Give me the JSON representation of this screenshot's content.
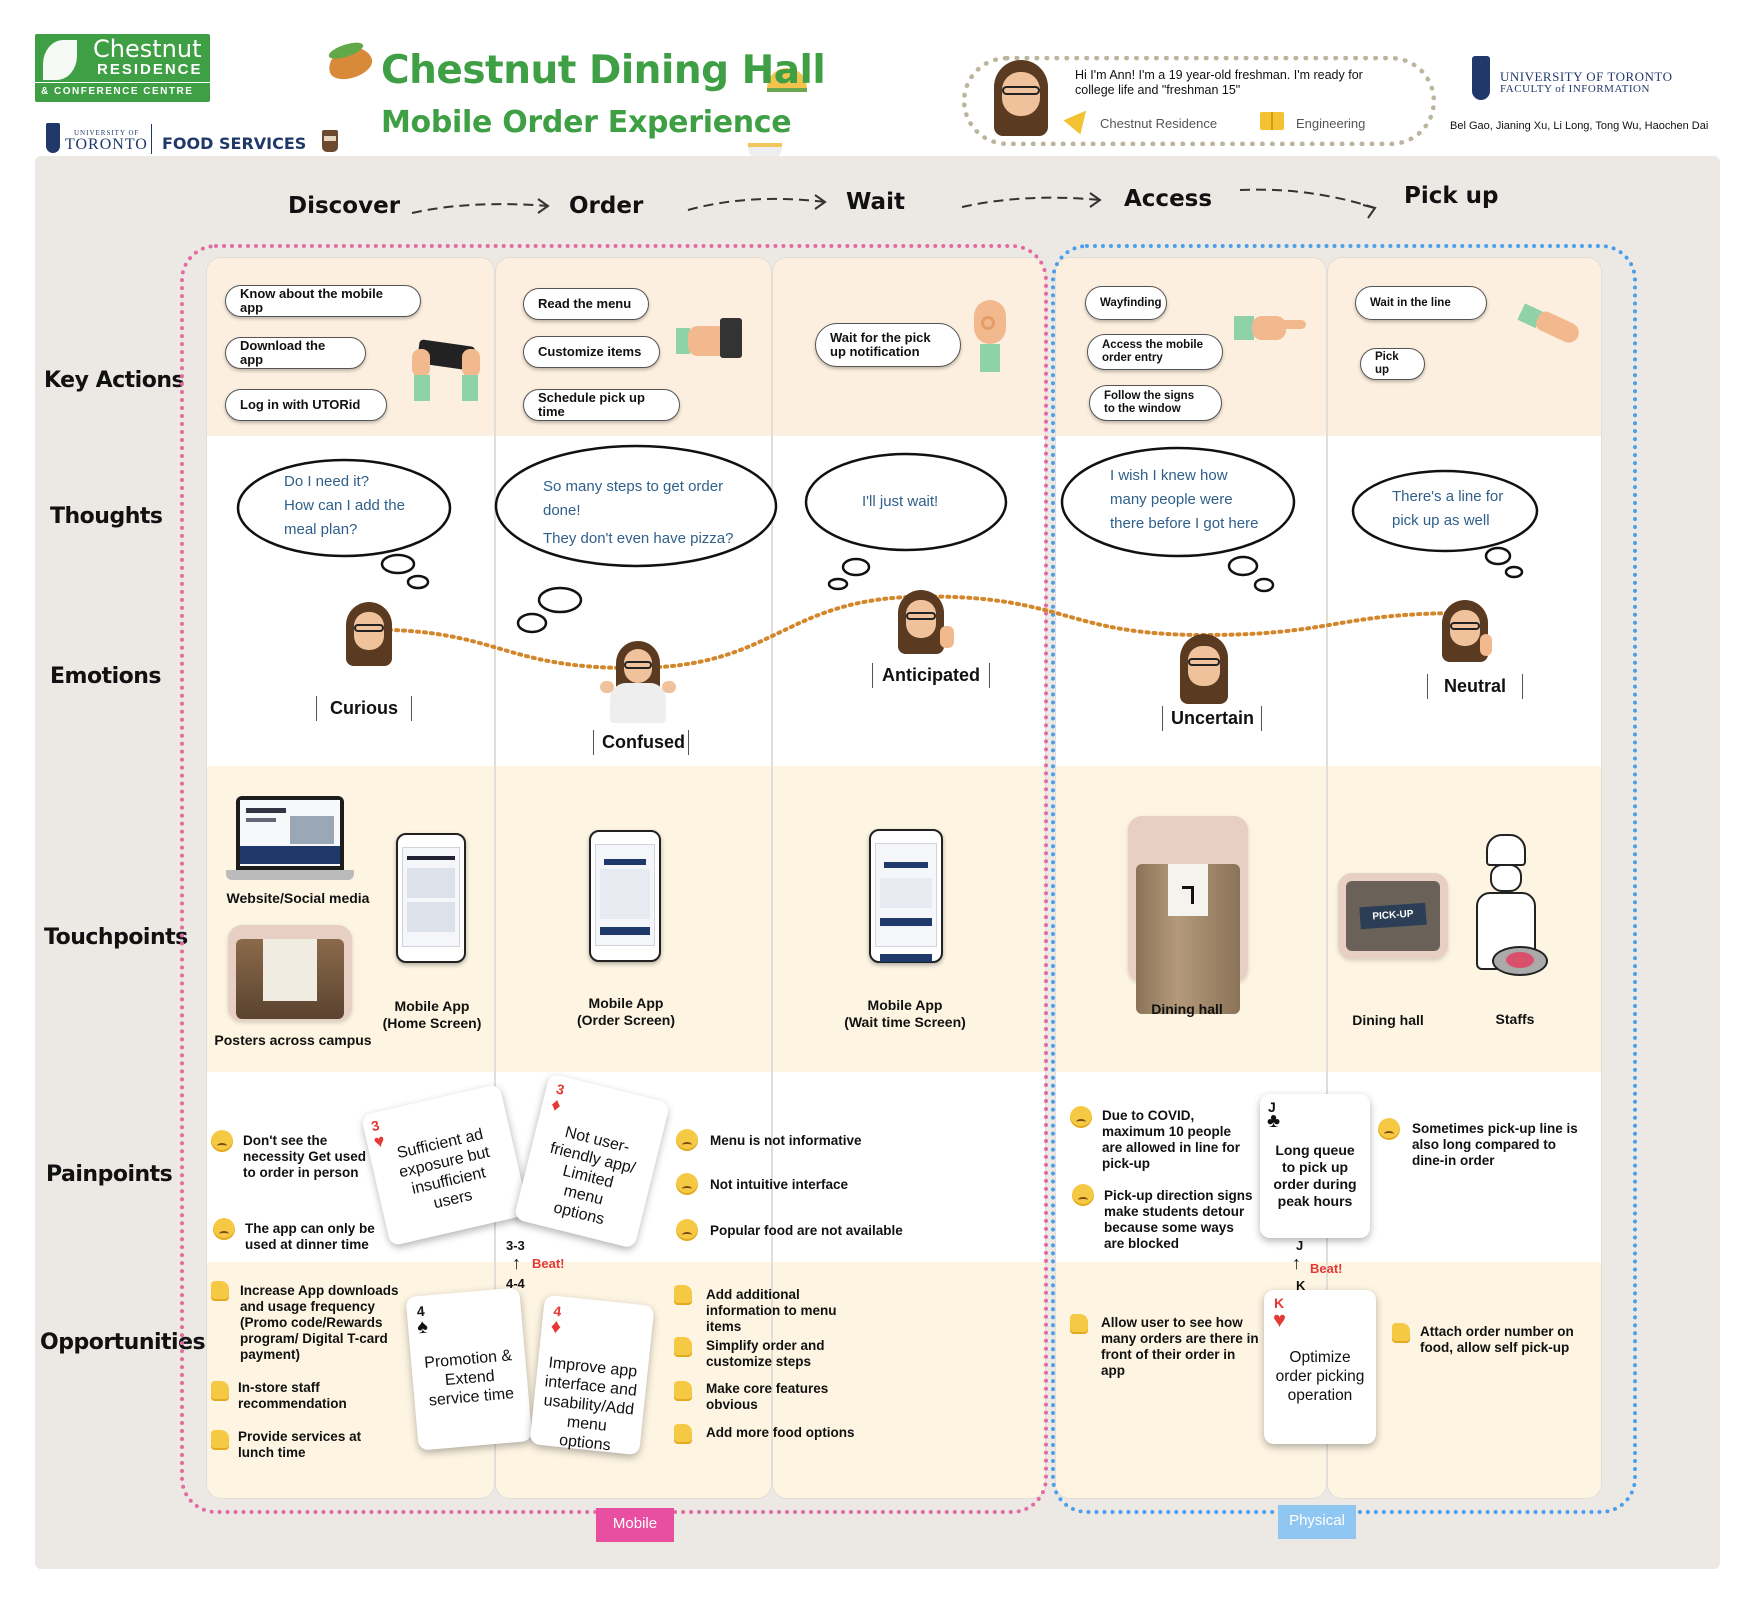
{
  "header": {
    "logo_line1": "Chestnut",
    "logo_line2": "RESIDENCE",
    "logo_line3": "& CONFERENCE CENTRE",
    "uoft_small": "UNIVERSITY OF",
    "uoft_big": "TORONTO",
    "food_services": "FOOD SERVICES",
    "title": "Chestnut Dining Hall",
    "subtitle": "Mobile Order Experience",
    "persona_intro": "Hi I'm Ann! I'm a 19 year-old freshman. I'm ready for college life and \"freshman 15\"",
    "persona_place": "Chestnut Residence",
    "persona_program": "Engineering",
    "ischool_line1": "UNIVERSITY OF TORONTO",
    "ischool_line2": "FACULTY of INFORMATION",
    "authors": "Bel Gao, Jianing Xu, Li Long, Tong Wu, Haochen Dai",
    "colors": {
      "green": "#3f9f45",
      "pink_border": "#e46aa3",
      "blue_border": "#4a9eea",
      "thought_text": "#2f5f8a"
    }
  },
  "phases": [
    "Discover",
    "Order",
    "Wait",
    "Access",
    "Pick up"
  ],
  "rows": {
    "key_actions": "Key Actions",
    "thoughts": "Thoughts",
    "emotions": "Emotions",
    "touchpoints": "Touchpoints",
    "painpoints": "Painpoints",
    "opportunities": "Opportunities"
  },
  "key_actions": {
    "discover": [
      "Know about the mobile app",
      "Download the app",
      "Log  in with  UTORid"
    ],
    "order": [
      "Read the menu",
      "Customize items",
      "Schedule pick up time"
    ],
    "wait": [
      "Wait for the pick up notification"
    ],
    "access": [
      "Wayfinding",
      "Access the mobile order entry",
      "Follow the signs to the window"
    ],
    "pickup": [
      "Wait in the line",
      "Pick up"
    ]
  },
  "thoughts": {
    "discover": [
      "Do I need it?",
      "How can I add the",
      "meal plan?"
    ],
    "order": [
      "So many steps to get order",
      "done!",
      "They don't even have pizza?"
    ],
    "wait": [
      "I'll just wait!"
    ],
    "access": [
      "I wish I knew how",
      "many people were",
      "there before I got here"
    ],
    "pickup": [
      "There's a line for",
      "pick up as well"
    ]
  },
  "emotions": [
    "Curious",
    "Confused",
    "Anticipated",
    "Uncertain",
    "Neutral"
  ],
  "touchpoints": {
    "website": "Website/Social media",
    "posters": "Posters across campus",
    "app_home": [
      "Mobile App",
      "(Home Screen)"
    ],
    "app_order": [
      "Mobile App",
      "(Order Screen)"
    ],
    "app_wait": [
      "Mobile App",
      "(Wait time Screen)"
    ],
    "dining_access": "Dining hall",
    "dining_pickup": "Dining hall",
    "staffs": "Staffs",
    "pickup_sign": "PICK-UP"
  },
  "painpoints": {
    "discover": [
      "Don't see the necessity Get used to order in person",
      "The app can only be used at dinner time"
    ],
    "card_3h": {
      "rank": "3",
      "suit": "♥",
      "text": "Sufficient ad exposure but insufficient users"
    },
    "card_3d": {
      "rank": "3",
      "suit": "♦",
      "text": "Not user-friendly app/ Limited menu options"
    },
    "wait": [
      "Menu is not informative",
      "Not intuitive interface",
      "Popular food are not available"
    ],
    "access": [
      "Due to COVID, maximum 10 people are allowed in line for pick-up",
      "Pick-up direction signs make students detour because some ways are blocked"
    ],
    "card_jc": {
      "rank": "J",
      "suit": "♣",
      "text": "Long queue to pick up order during peak hours"
    },
    "pickup": [
      "Sometimes pick-up line is also long compared to dine-in order"
    ]
  },
  "beats": {
    "left_top": "3-3",
    "left_bottom": "4-4",
    "left_label": "Beat!",
    "right_top": "J",
    "right_bottom": "K",
    "right_label": "Beat!"
  },
  "opportunities": {
    "discover": [
      "Increase App downloads and usage frequency (Promo code/Rewards program/ Digital T-card payment)",
      "In-store staff recommendation",
      "Provide services at lunch time"
    ],
    "card_4s": {
      "rank": "4",
      "suit": "♠",
      "text": "Promotion & Extend service time"
    },
    "card_4d": {
      "rank": "4",
      "suit": "♦",
      "text": "Improve app interface and usability/Add menu options"
    },
    "wait": [
      "Add additional information to menu items",
      "Simplify order and customize steps",
      "Make core features obvious",
      "Add more food options"
    ],
    "access": [
      "Allow user to see how many orders are there in front of their order in app"
    ],
    "card_kh": {
      "rank": "K",
      "suit": "♥",
      "text": "Optimize order picking operation"
    },
    "pickup": [
      "Attach order number on food, allow self pick-up"
    ]
  },
  "groups": {
    "mobile": "Mobile",
    "physical": "Physical"
  },
  "emotion_curve": [
    {
      "stage": "Discover",
      "level": 0.55
    },
    {
      "stage": "Order",
      "level": 0.2
    },
    {
      "stage": "Wait",
      "level": 0.85
    },
    {
      "stage": "Access",
      "level": 0.5
    },
    {
      "stage": "Pick up",
      "level": 0.7
    }
  ]
}
